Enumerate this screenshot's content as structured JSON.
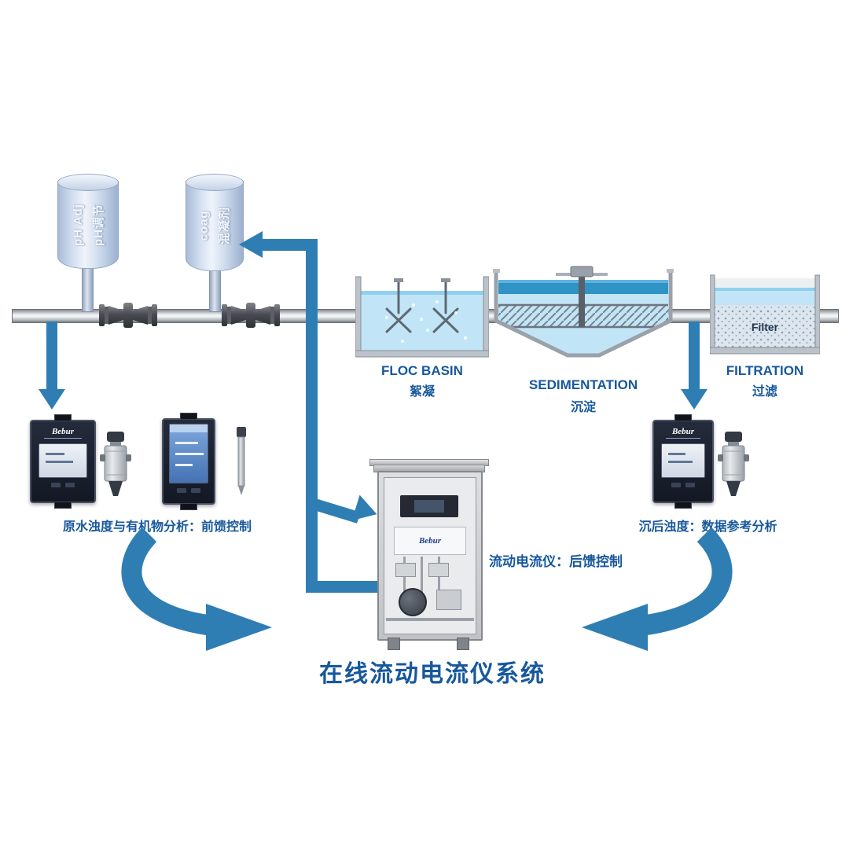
{
  "title": "在线流动电流仪系统",
  "brand": "Bebur",
  "tanks": {
    "ph": {
      "en": "pH Adj",
      "zh": "pH调节"
    },
    "coag": {
      "en": "coag",
      "zh": "混凝剂"
    }
  },
  "stages": {
    "floc": {
      "en": "FLOC BASIN",
      "zh": "絮凝"
    },
    "sedimentation": {
      "en": "SEDIMENTATION",
      "zh": "沉淀"
    },
    "filtration": {
      "en": "FILTRATION",
      "zh": "过滤"
    }
  },
  "filter_media_label": "Filter",
  "captions": {
    "raw_water": "原水浊度与有机物分析：前馈控制",
    "post_sedimentation": "沉后浊度：数据参考分析",
    "streaming_current": "流动电流仪：后馈控制"
  },
  "colors": {
    "arrow_blue": "#2e7eb4",
    "label_blue": "#17589c",
    "water_light": "#c1e5f6",
    "water_dark": "#2f93c6"
  }
}
